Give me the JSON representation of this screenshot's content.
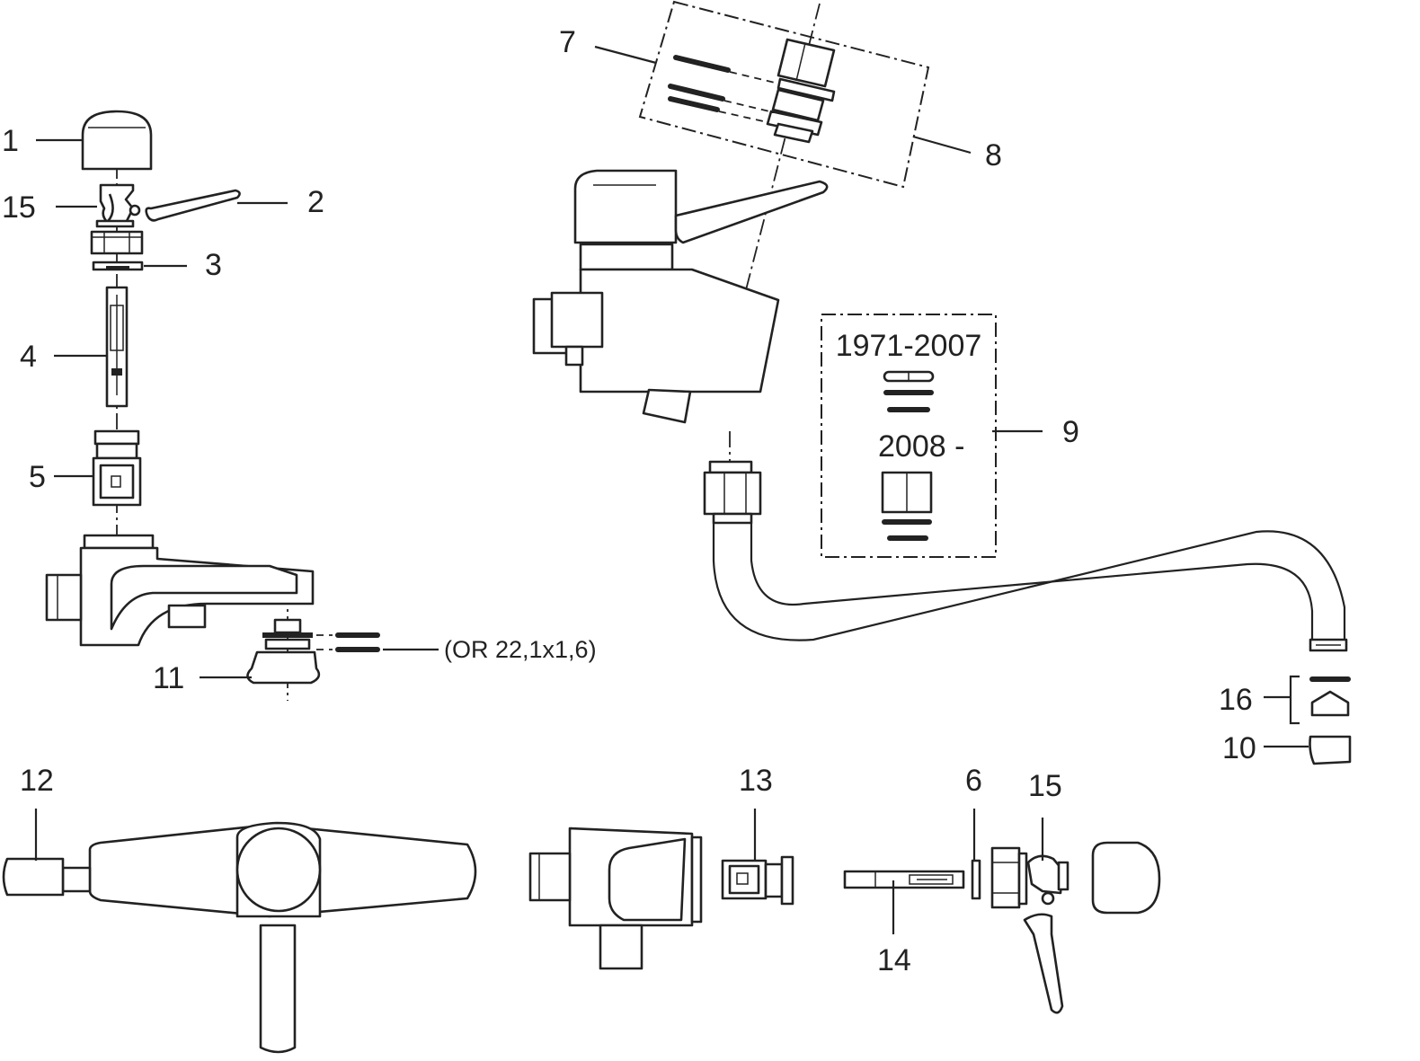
{
  "callouts": {
    "c1": "1",
    "c2": "2",
    "c3": "3",
    "c4": "4",
    "c5": "5",
    "c6": "6",
    "c7": "7",
    "c8": "8",
    "c9": "9",
    "c10": "10",
    "c11": "11",
    "c12": "12",
    "c13": "13",
    "c14": "14",
    "c15a": "15",
    "c15b": "15",
    "c16": "16"
  },
  "notes": {
    "oring_spec": "(OR 22,1x1,6)"
  },
  "variant_box": {
    "period_old": "1971-2007",
    "period_new": "2008 -"
  }
}
